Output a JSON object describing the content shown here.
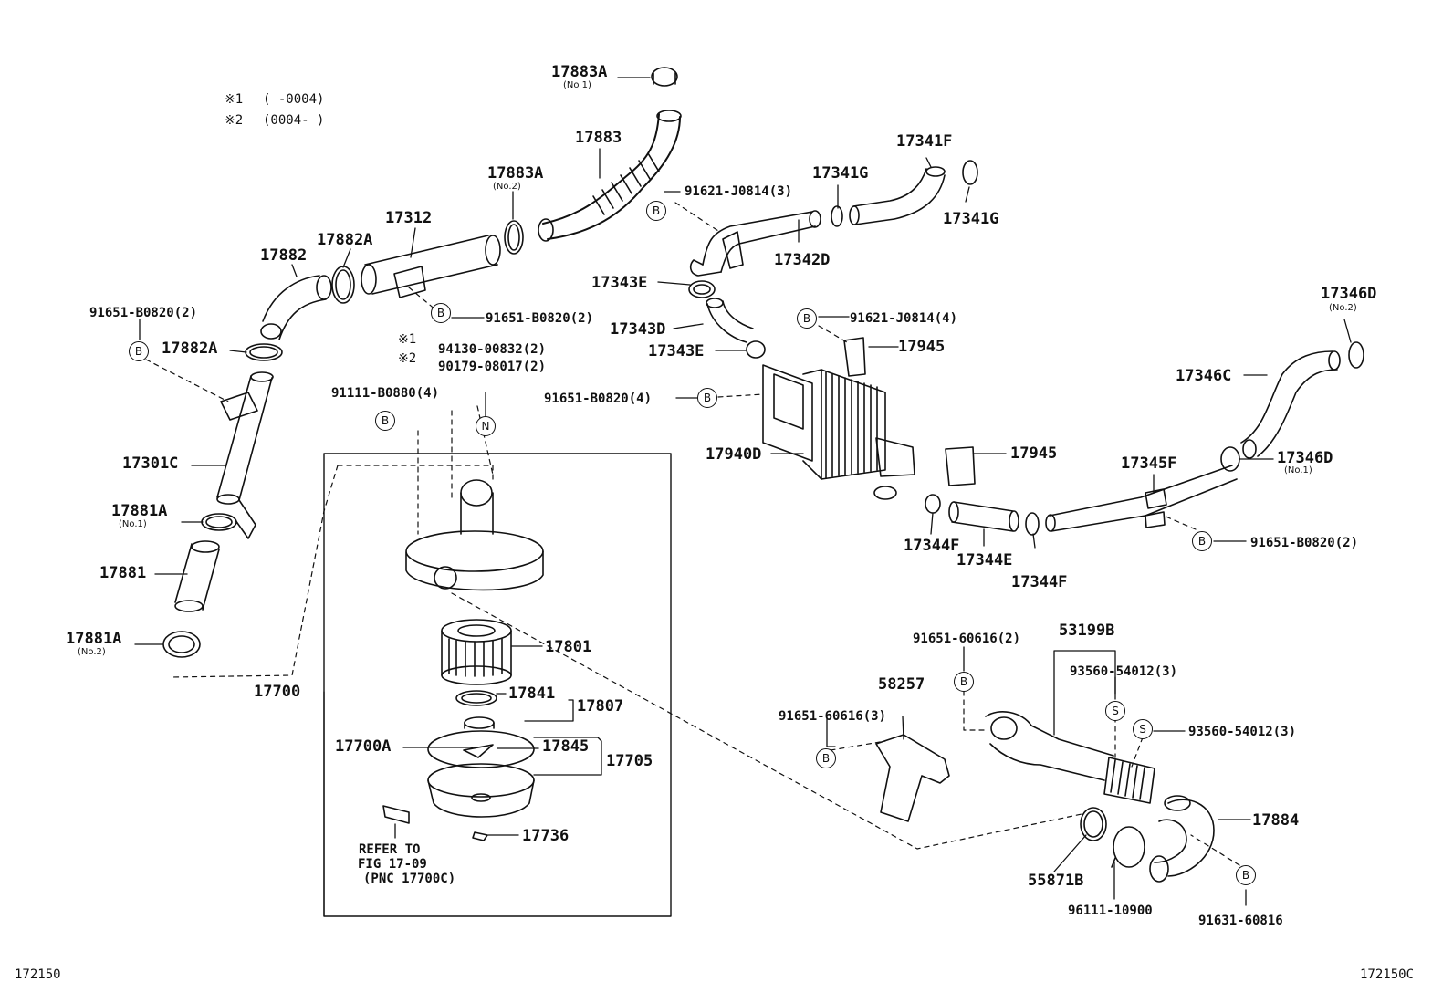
{
  "legend": {
    "note1_mark": "※1",
    "note1_range": "(      -0004)",
    "note2_mark": "※2",
    "note2_range": "(0004-      )"
  },
  "labels": {
    "p17883A_top": "17883A",
    "p17883A_top_sub": "(No 1)",
    "p17883": "17883",
    "p17883A_mid": "17883A",
    "p17883A_mid_sub": "(No.2)",
    "p17312": "17312",
    "p17882": "17882",
    "p17882A_top": "17882A",
    "p17882A_bot": "17882A",
    "p91651_B0820_2_left": "91651-B0820(2)",
    "p91651_B0820_2_mid": "91651-B0820(2)",
    "p17301C": "17301C",
    "p17881A_top": "17881A",
    "p17881A_top_sub": "(No.1)",
    "p17881": "17881",
    "p17881A_bot": "17881A",
    "p17881A_bot_sub": "(No.2)",
    "p94130": "94130-00832(2)",
    "p90179": "90179-08017(2)",
    "p91111": "91111-B0880(4)",
    "note1_tag": "※1",
    "note2_tag": "※2",
    "p17700": "17700",
    "p17801": "17801",
    "p17841": "17841",
    "p17807": "17807",
    "p17700A": "17700A",
    "p17845": "17845",
    "p17705": "17705",
    "p17736": "17736",
    "refer_line1": "REFER TO",
    "refer_line2": "FIG 17-09",
    "refer_line3": "(PNC 17700C)",
    "p91621_J0814_3": "91621-J0814(3)",
    "p17341G_top": "17341G",
    "p17341F": "17341F",
    "p17341G_right": "17341G",
    "p17342D": "17342D",
    "p17343E_top": "17343E",
    "p17343D": "17343D",
    "p17343E_bot": "17343E",
    "p91621_J0814_4": "91621-J0814(4)",
    "p17945_top": "17945",
    "p91651_B0820_4": "91651-B0820(4)",
    "p17940D": "17940D",
    "p17945_bot": "17945",
    "p17344F_left": "17344F",
    "p17344E": "17344E",
    "p17344F_right": "17344F",
    "p17346D_top": "17346D",
    "p17346D_top_sub": "(No.2)",
    "p17346C": "17346C",
    "p17346D_bot": "17346D",
    "p17346D_bot_sub": "(No.1)",
    "p17345F": "17345F",
    "p91651_B0820_2_right": "91651-B0820(2)",
    "p91651_60616_2": "91651-60616(2)",
    "p53199B": "53199B",
    "p93560_54012_3_a": "93560-54012(3)",
    "p93560_54012_3_b": "93560-54012(3)",
    "p58257": "58257",
    "p91651_60616_3": "91651-60616(3)",
    "p17884": "17884",
    "p55871B": "55871B",
    "p96111": "96111-10900",
    "p91631": "91631-60816"
  },
  "symbols": {
    "B": "B",
    "N": "N",
    "S": "S"
  },
  "footer": {
    "left_code": "172150",
    "right_code": "172150C"
  }
}
